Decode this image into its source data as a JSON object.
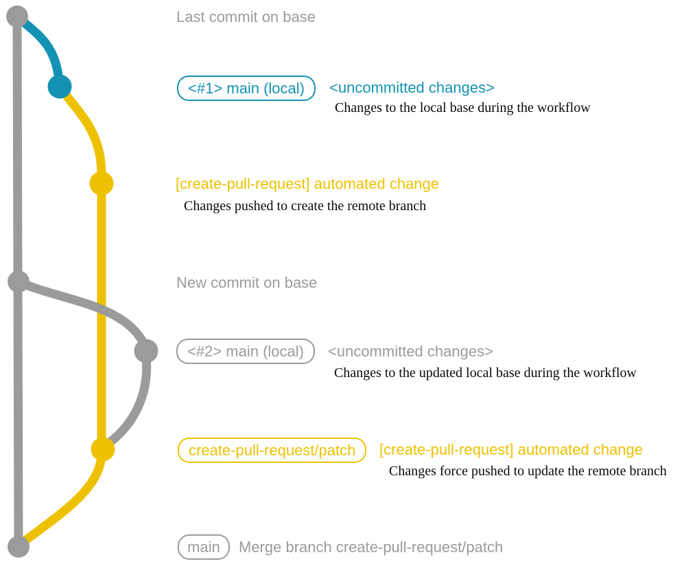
{
  "colors": {
    "gray": "#9b9b9b",
    "teal": "#1492b4",
    "yellow": "#eec100",
    "ink": "#0a0a0a",
    "bg": "#ffffff"
  },
  "annotations": {
    "last_commit_label": "Last commit on base",
    "new_commit_label": "New commit on base",
    "row1": {
      "badge": "<#1> main (local)",
      "title": "<uncommitted changes>",
      "note": "Changes to the local base during the workflow"
    },
    "row2": {
      "title": "[create-pull-request] automated change",
      "note": "Changes pushed to create the remote branch"
    },
    "row3": {
      "badge": "<#2> main (local)",
      "title": "<uncommitted changes>",
      "note": "Changes to the updated local base during the workflow"
    },
    "row4": {
      "badge": "create-pull-request/patch",
      "title": "[create-pull-request] automated change",
      "note": "Changes force pushed to update the remote branch"
    },
    "merge": {
      "badge": "main",
      "title": "Merge branch create-pull-request/patch"
    }
  }
}
